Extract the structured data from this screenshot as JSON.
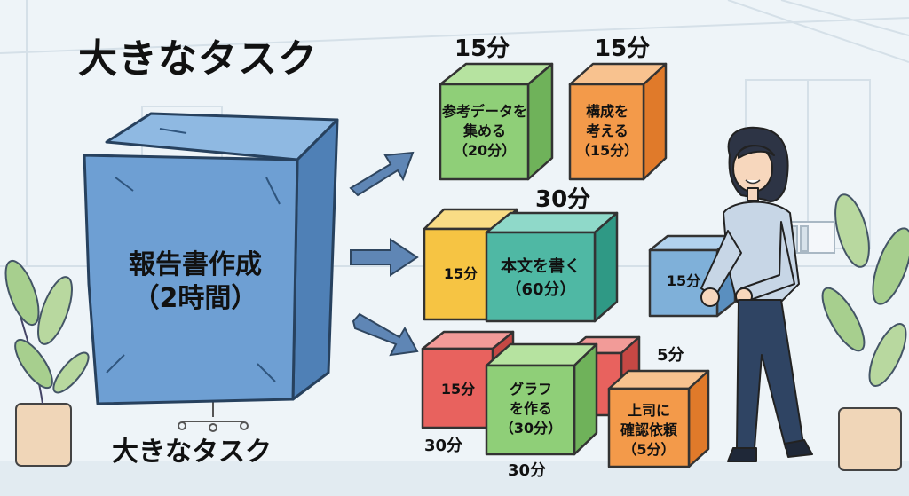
{
  "title": "大きなタスク",
  "bottom_label": "大きなタスク",
  "big_task": {
    "line1": "報告書作成",
    "line2": "（2時間）"
  },
  "top_row": {
    "label_left": "15分",
    "label_right": "15分",
    "box_green": {
      "line1": "参考データを",
      "line2": "集める",
      "line3": "（20分）"
    },
    "box_orange": {
      "line1": "構成を",
      "line2": "考える",
      "line3": "（15分）"
    }
  },
  "middle_row": {
    "label_top": "30分",
    "box_yellow": "15分",
    "box_teal": {
      "line1": "本文を書く",
      "line2": "（60分）"
    },
    "box_blue": "15分"
  },
  "bottom_row": {
    "label_5min": "5分",
    "box_red": "15分",
    "box_green": {
      "line1": "グラフ",
      "line2": "を作る",
      "line3": "（30分）"
    },
    "box_orange": {
      "line1": "上司に",
      "line2": "確認依頼",
      "line3": "（5分）"
    },
    "label_30_left": "30分",
    "label_30_bottom": "30分"
  },
  "colors": {
    "big_cube": "#6e9fd3",
    "green": "#8fcf78",
    "orange": "#f39a4a",
    "yellow": "#f6c443",
    "teal": "#4fb8a4",
    "blue": "#7fb0d9",
    "red": "#e8625e",
    "arrow": "#5f86b5"
  }
}
